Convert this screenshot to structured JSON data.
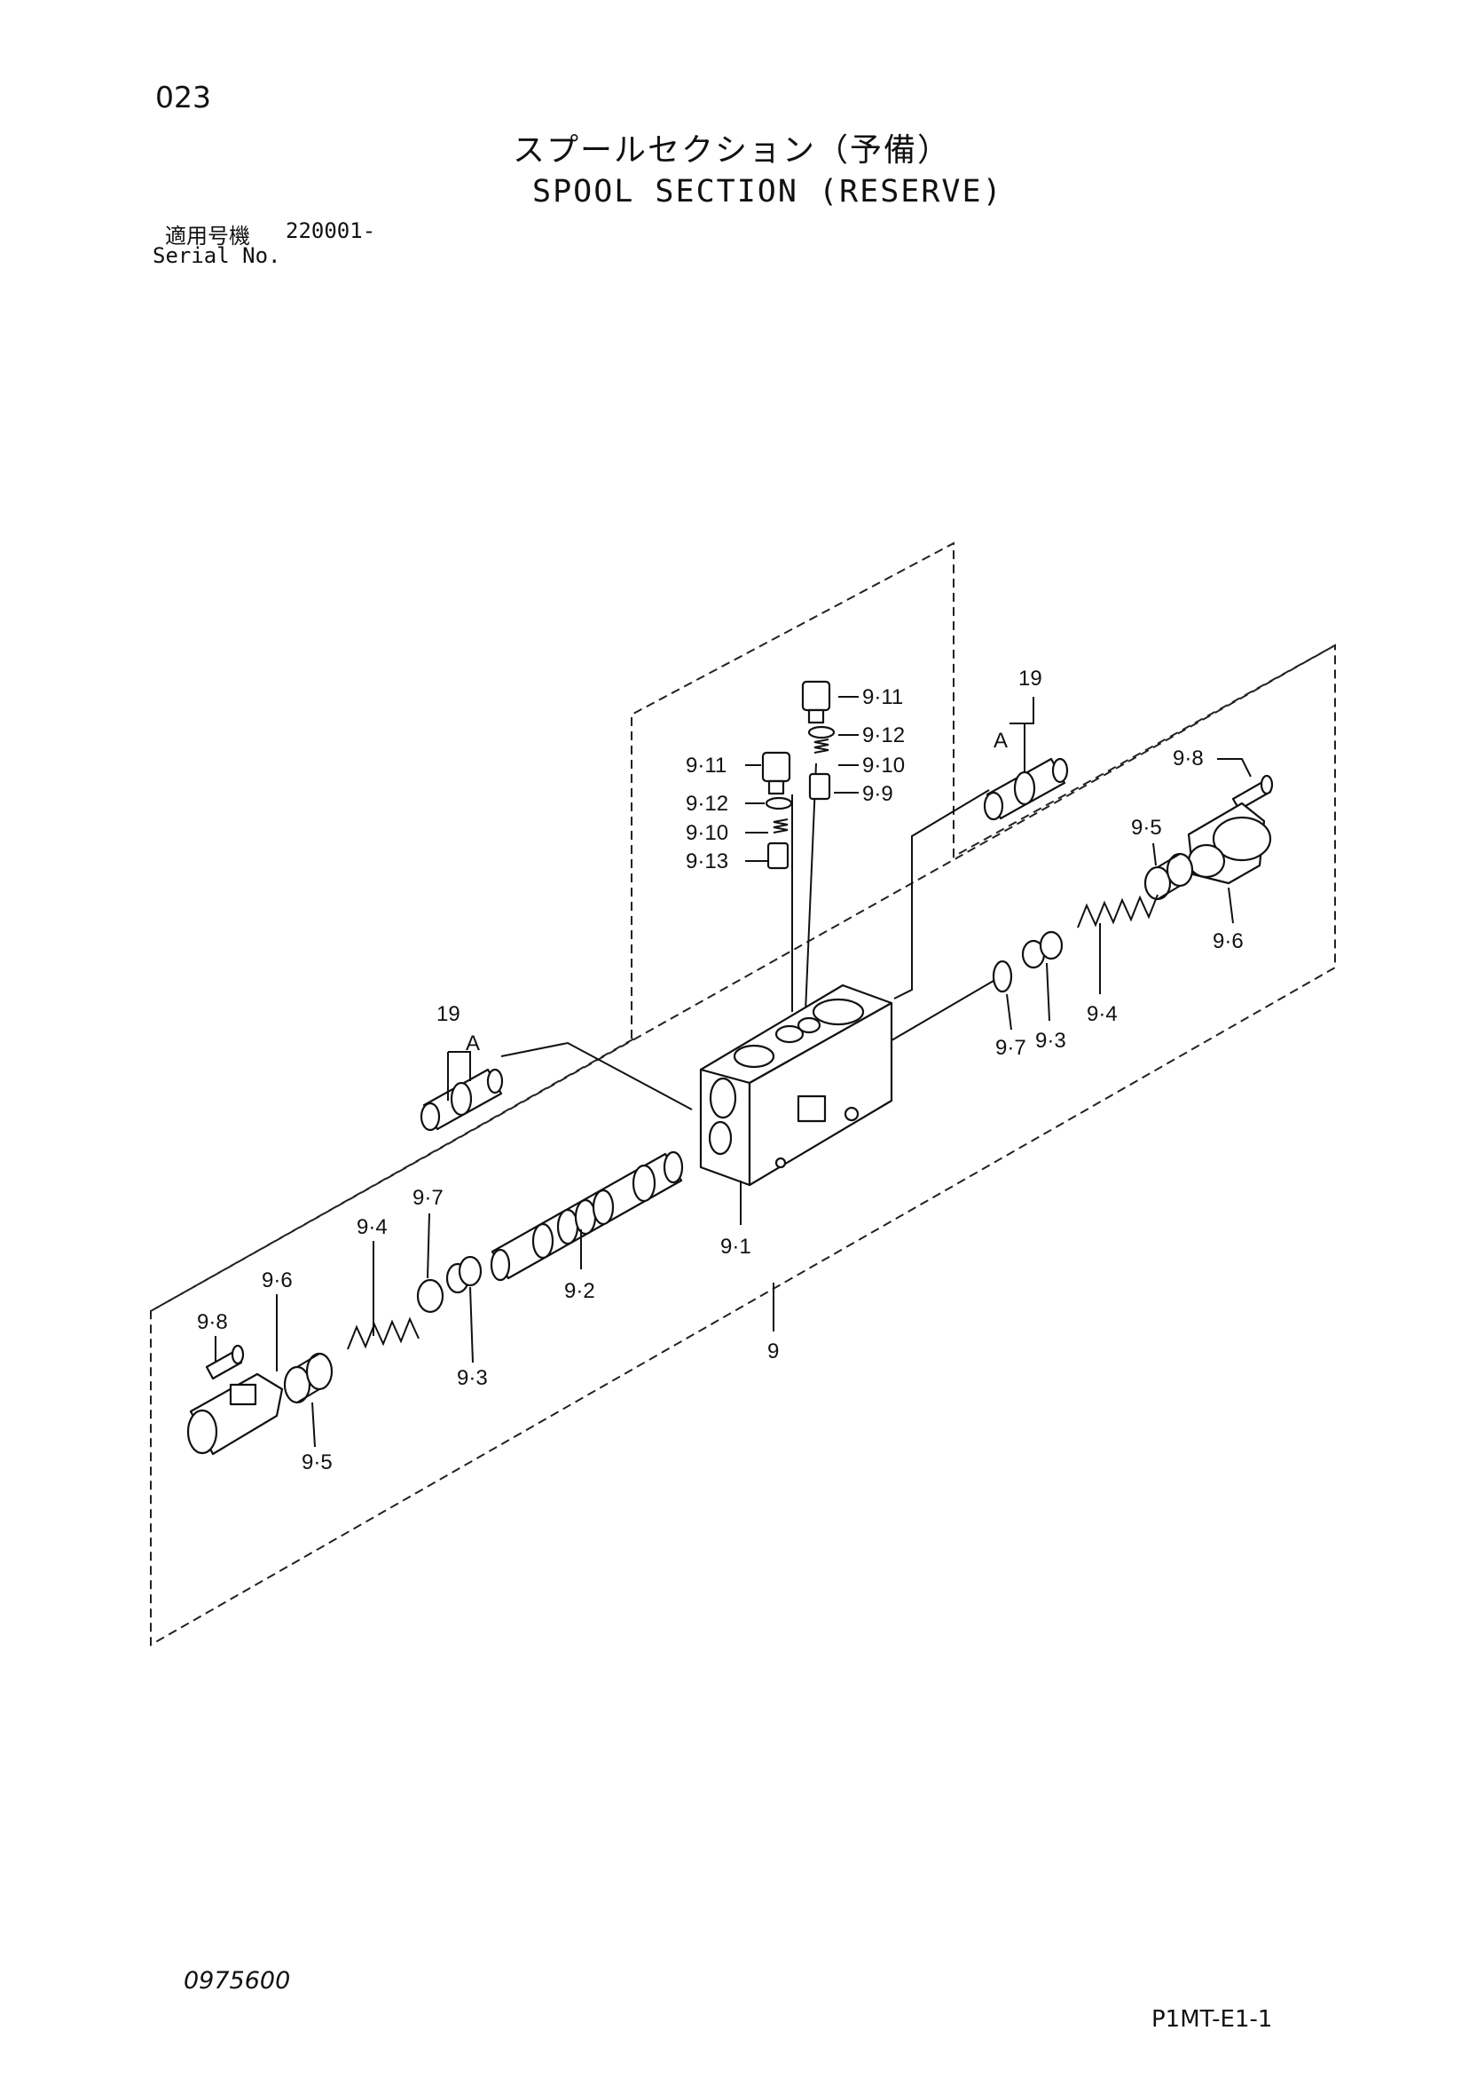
{
  "header": {
    "page_number": "023",
    "title_jp": "スプールセクション（予備）",
    "title_en": "SPOOL SECTION (RESERVE)",
    "serial_label_jp": "適用号機",
    "serial_label_en": "Serial No.",
    "serial_value": "220001-"
  },
  "labels": {
    "l_9_11_a": "9·11",
    "l_9_12_a": "9·12",
    "l_9_10_a": "9·10",
    "l_9_9": "9·9",
    "l_9_11_b": "9·11",
    "l_9_12_b": "9·12",
    "l_9_10_b": "9·10",
    "l_9_13": "9·13",
    "l_19_right": "19",
    "l_a_right": "A",
    "l_9_8_right": "9·8",
    "l_9_5_right": "9·5",
    "l_9_6_right": "9·6",
    "l_9_4_right": "9·4",
    "l_9_3_right": "9·3",
    "l_9_7_right": "9·7",
    "l_19_left": "19",
    "l_a_left": "A",
    "l_9_1": "9·1",
    "l_9_2": "9·2",
    "l_9_7_left": "9·7",
    "l_9_4_left": "9·4",
    "l_9_6_left": "9·6",
    "l_9_8_left": "9·8",
    "l_9_3_left": "9·3",
    "l_9_5_left": "9·5",
    "l_9": "9"
  },
  "footer": {
    "doc_code": "0975600",
    "sheet_code": "P1MT-E1-1"
  }
}
